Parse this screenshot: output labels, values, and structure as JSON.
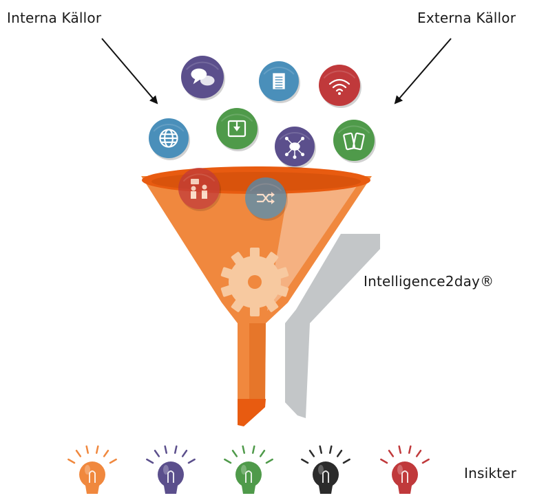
{
  "labels": {
    "internal_sources": "Interna Källor",
    "external_sources": "Externa Källor",
    "product": "Intelligence2day®",
    "insights": "Insikter"
  },
  "colors": {
    "funnel_orange": "#f0883e",
    "funnel_dark": "#e06a1e",
    "funnel_rim": "#e85b10",
    "gear": "#f7c9a0",
    "shadow": "#c3c6c8",
    "purple": "#5b4f8c",
    "blue": "#4a8fba",
    "red": "#c0393b",
    "green": "#4f9a4a",
    "black": "#2b2b2b"
  },
  "source_icons": [
    {
      "name": "chat-bubbles-icon",
      "color": "purple"
    },
    {
      "name": "document-icon",
      "color": "blue"
    },
    {
      "name": "wifi-icon",
      "color": "red"
    },
    {
      "name": "globe-icon",
      "color": "blue"
    },
    {
      "name": "download-icon",
      "color": "green"
    },
    {
      "name": "network-cloud-icon",
      "color": "purple"
    },
    {
      "name": "devices-icon",
      "color": "green"
    },
    {
      "name": "meeting-people-icon",
      "color": "red"
    },
    {
      "name": "shuffle-icon",
      "color": "blue"
    }
  ],
  "insight_bulbs": [
    {
      "name": "lightbulb-orange-icon",
      "color": "funnel_orange"
    },
    {
      "name": "lightbulb-purple-icon",
      "color": "purple"
    },
    {
      "name": "lightbulb-green-icon",
      "color": "green"
    },
    {
      "name": "lightbulb-black-icon",
      "color": "black"
    },
    {
      "name": "lightbulb-red-icon",
      "color": "red"
    }
  ]
}
